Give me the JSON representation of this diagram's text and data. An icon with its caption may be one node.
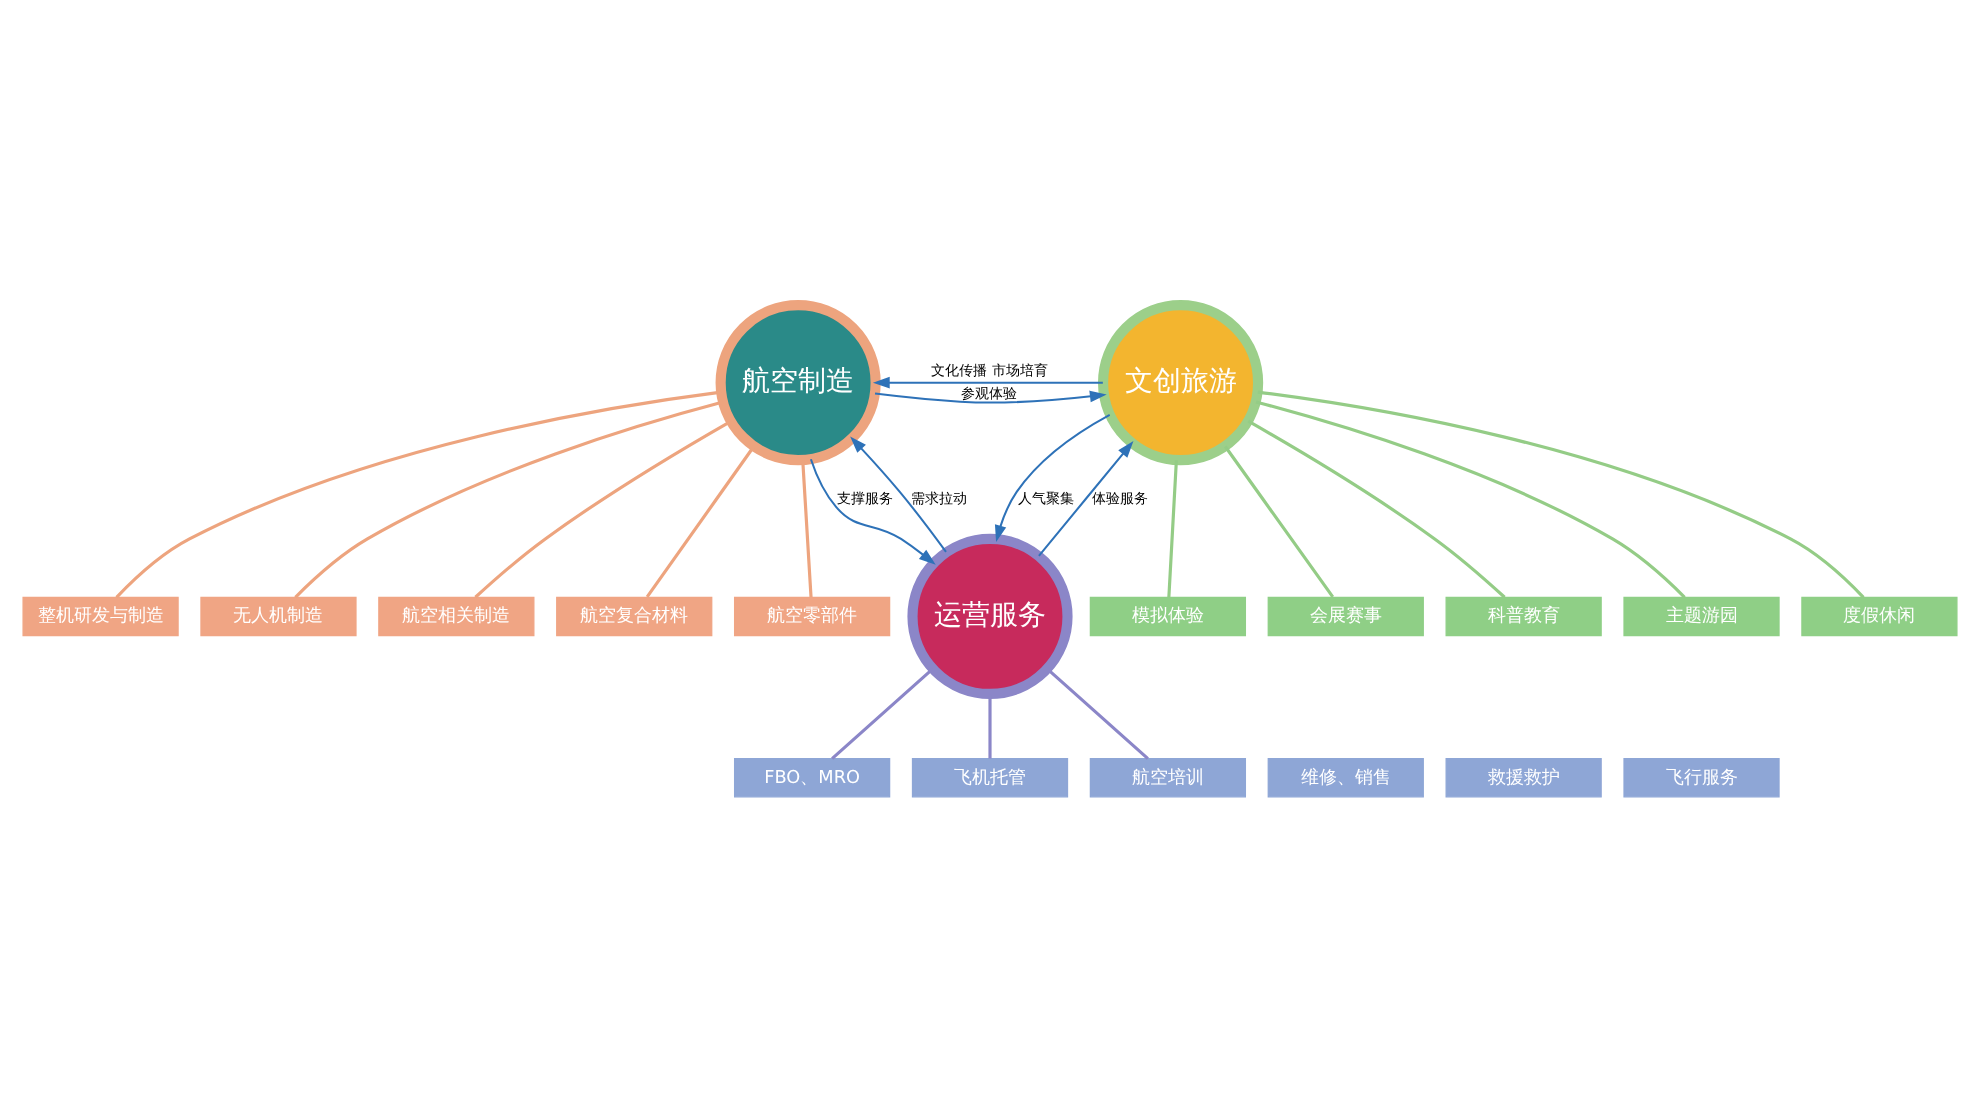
{
  "diagram": {
    "nodes": [
      {
        "text": [
          "航空制造"
        ]
      },
      {
        "text": [
          "文创旅游"
        ]
      },
      {
        "text": [
          "运营服务"
        ]
      },
      {
        "text": [
          "整机研发与制造"
        ]
      },
      {
        "text": [
          "无人机制造"
        ]
      },
      {
        "text": [
          "航空相关制造"
        ]
      },
      {
        "text": [
          "航空复合材料"
        ]
      },
      {
        "text": [
          "航空零部件"
        ]
      },
      {
        "text": [
          "模拟体验"
        ]
      },
      {
        "text": [
          "会展赛事"
        ]
      },
      {
        "text": [
          "科普教育"
        ]
      },
      {
        "text": [
          "主题游园"
        ]
      },
      {
        "text": [
          "度假休闲"
        ]
      },
      {
        "text": [
          "FBO、MRO"
        ]
      },
      {
        "text": [
          "飞机托管"
        ]
      },
      {
        "text": [
          "航空培训"
        ]
      },
      {
        "text": [
          "维修、销售"
        ]
      },
      {
        "text": [
          "救援救护"
        ]
      },
      {
        "text": [
          "飞行服务"
        ]
      }
    ],
    "edges": [
      {
        "from": 1,
        "to": 0,
        "arrow": "to",
        "label": "文化传播 市场培育"
      },
      {
        "from": 0,
        "to": 1,
        "arrow": "to",
        "label": "参观体验"
      },
      {
        "from": 2,
        "to": 0,
        "arrow": "to",
        "label": "需求拉动"
      },
      {
        "from": 0,
        "to": 2,
        "arrow": "to",
        "label": "支撑服务"
      },
      {
        "from": 1,
        "to": 2,
        "arrow": "to",
        "label": "人气聚集"
      },
      {
        "from": 2,
        "to": 1,
        "arrow": "to",
        "label": "体验服务"
      },
      {
        "from": 0,
        "to": 3,
        "arrow": "none",
        "color": "#eda47e"
      },
      {
        "from": 0,
        "to": 4,
        "arrow": "none",
        "color": "#eda47e"
      },
      {
        "from": 0,
        "to": 5,
        "arrow": "none",
        "color": "#eda47e"
      },
      {
        "from": 0,
        "to": 6,
        "arrow": "none",
        "color": "#eda47e"
      },
      {
        "from": 0,
        "to": 7,
        "arrow": "none",
        "color": "#eda47e"
      },
      {
        "from": 1,
        "to": 8,
        "arrow": "none",
        "color": "#94cc86"
      },
      {
        "from": 1,
        "to": 9,
        "arrow": "none",
        "color": "#94cc86"
      },
      {
        "from": 1,
        "to": 10,
        "arrow": "none",
        "color": "#94cc86"
      },
      {
        "from": 1,
        "to": 11,
        "arrow": "none",
        "color": "#94cc86"
      },
      {
        "from": 1,
        "to": 12,
        "arrow": "none",
        "color": "#94cc86"
      },
      {
        "from": 2,
        "to": 13,
        "arrow": "none",
        "color": "#8b86c8"
      },
      {
        "from": 2,
        "to": 14,
        "arrow": "none",
        "color": "#8b86c8"
      },
      {
        "from": 2,
        "to": 15,
        "arrow": "none",
        "color": "#8b86c8"
      }
    ]
  }
}
